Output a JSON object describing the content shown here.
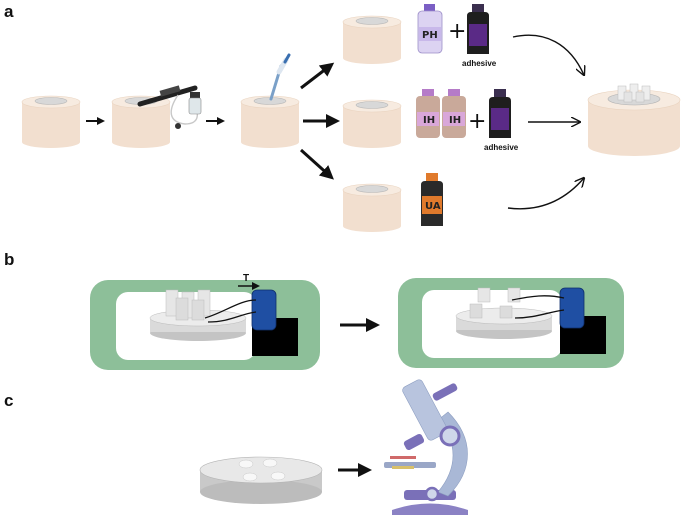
{
  "panels": {
    "a": "a",
    "b": "b",
    "c": "c"
  },
  "treatments": {
    "top": {
      "bottle_label": "PH",
      "plus": "+",
      "adhesive_label": "adhesive"
    },
    "middle": {
      "bottle_label_1": "IH",
      "bottle_label_2": "IH",
      "plus": "+",
      "adhesive_label": "adhesive"
    },
    "bottom": {
      "bottle_label": "UA"
    }
  },
  "torque_mark": "T",
  "colors": {
    "cylinder": "#f2dfcf",
    "cylinder_top": "#f7ebe0",
    "disk": "#d6d6d6",
    "tester_frame": "#8dbf99",
    "motor_blue": "#1f4fa3",
    "bottle_purple": "#5a2a86",
    "bottle_black": "#1e1e1e",
    "bottle_orange": "#e07a2c",
    "ih_pink": "#d9a7d9",
    "ph_lavender": "#c8b8ea",
    "microscope": "#a9b8d6"
  }
}
